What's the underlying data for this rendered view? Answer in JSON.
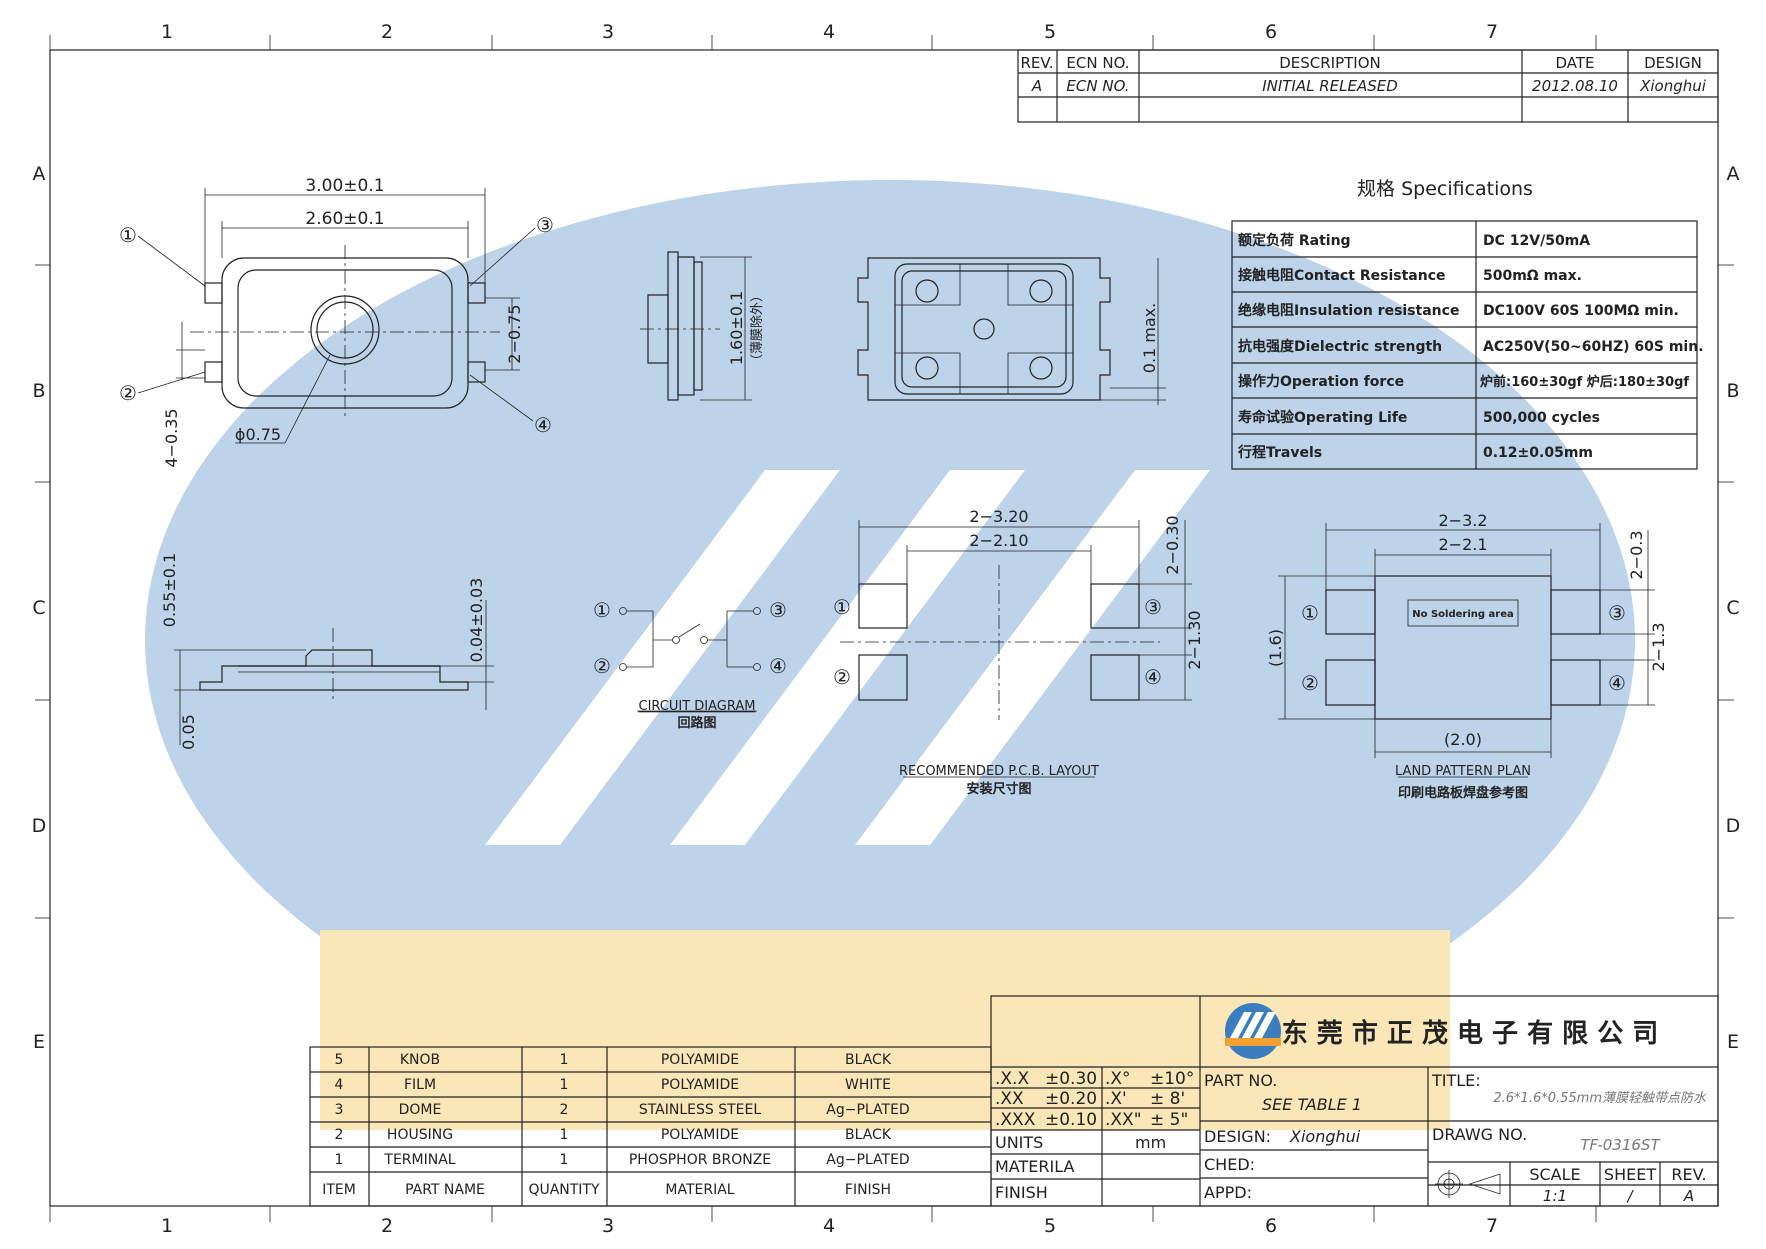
{
  "grid": {
    "cols": [
      "1",
      "2",
      "3",
      "4",
      "5",
      "6",
      "7"
    ],
    "rows": [
      "A",
      "B",
      "C",
      "D",
      "E"
    ]
  },
  "revision_block": {
    "headers": [
      "REV.",
      "ECN NO.",
      "DESCRIPTION",
      "DATE",
      "DESIGN"
    ],
    "row": [
      "A",
      "ECN NO.",
      "INITIAL RELEASED",
      "2012.08.10",
      "Xionghui"
    ]
  },
  "specifications": {
    "title": "规格 Specifications",
    "rows": [
      {
        "label": "额定负荷 Rating",
        "value": "DC 12V/50mA"
      },
      {
        "label": "接触电阻Contact Resistance",
        "value": "500mΩ max."
      },
      {
        "label": "绝缘电阻Insulation resistance",
        "value": "DC100V 60S 100MΩ min."
      },
      {
        "label": "抗电强度Dielectric strength",
        "value": "AC250V(50~60HZ) 60S min."
      },
      {
        "label": "操作力Operation force",
        "value": "炉前:160±30gf 炉后:180±30gf"
      },
      {
        "label": "寿命试验Operating Life",
        "value": "500,000 cycles"
      },
      {
        "label": "行程Travels",
        "value": "0.12±0.05mm"
      }
    ]
  },
  "dims": {
    "top_w_outer": "3.00±0.1",
    "top_w_inner": "2.60±0.1",
    "pitch": "2−0.75",
    "pin_w": "4−0.35",
    "knob_d": "ϕ0.75",
    "c1": "①",
    "c2": "②",
    "c3": "③",
    "c4": "④",
    "side_h": "1.60±0.1",
    "side_h_note": "（薄膜除外）",
    "bottom_flat": "0.1 max.",
    "front_h": "0.55±0.1",
    "front_film": "0.04±0.03",
    "front_base": "0.05",
    "pcb_w1": "2−3.20",
    "pcb_w2": "2−2.10",
    "pcb_pad": "2−0.30",
    "pcb_pitch": "2−1.30",
    "lp_w1": "2−3.2",
    "lp_w2": "2−2.1",
    "lp_pad": "2−0.3",
    "lp_pitch": "2−1.3",
    "lp_h": "(1.6)",
    "lp_bw": "(2.0)",
    "lp_note": "No Soldering area"
  },
  "captions": {
    "circuit_en": "CIRCUIT DIAGRAM",
    "circuit_cn": "回路图",
    "pcb_en": "RECOMMENDED P.C.B. LAYOUT",
    "pcb_cn": "安装尺寸图",
    "land_en": "LAND PATTERN PLAN",
    "land_cn": "印刷电路板焊盘参考图"
  },
  "bom": {
    "headers": [
      "ITEM",
      "PART NAME",
      "QUANTITY",
      "MATERIAL",
      "FINISH"
    ],
    "rows": [
      [
        "5",
        "KNOB",
        "1",
        "POLYAMIDE",
        "BLACK"
      ],
      [
        "4",
        "FILM",
        "1",
        "POLYAMIDE",
        "WHITE"
      ],
      [
        "3",
        "DOME",
        "2",
        "STAINLESS STEEL",
        "Ag−PLATED"
      ],
      [
        "2",
        "HOUSING",
        "1",
        "POLYAMIDE",
        "BLACK"
      ],
      [
        "1",
        "TERMINAL",
        "1",
        "PHOSPHOR BRONZE",
        "Ag−PLATED"
      ]
    ]
  },
  "tolerances": [
    [
      ".X.X",
      "±0.30",
      ".X°",
      "±10°"
    ],
    [
      ".XX",
      "±0.20",
      ".X'",
      "± 8'"
    ],
    [
      ".XXX",
      "±0.10",
      ".XX\"",
      "± 5\""
    ]
  ],
  "title_block": {
    "company": "东 莞 市 正 茂 电 子 有 限 公 司",
    "units_label": "UNITS",
    "units_value": "mm",
    "material_label": "MATERILA",
    "finish_label": "FINISH",
    "part_no_label": "PART NO.",
    "part_no_value": "SEE TABLE 1",
    "design_label": "DESIGN:",
    "design_value": "Xionghui",
    "ched_label": "CHED:",
    "appd_label": "APPD:",
    "title_label": "TITLE:",
    "title_value": "2.6*1.6*0.55mm薄膜轻触带点防水",
    "drawing_label": "DRAWG NO.",
    "drawing_value": "TF-0316ST",
    "scale_label": "SCALE",
    "scale_value": "1:1",
    "sheet_label": "SHEET",
    "sheet_value": "/",
    "rev_label": "REV.",
    "rev_value": "A"
  },
  "colors": {
    "watermark_blue": "#bcd3ea",
    "watermark_yellow": "#fbe6b8",
    "logo_blue": "#3a7ebf",
    "logo_orange": "#f0a030"
  }
}
